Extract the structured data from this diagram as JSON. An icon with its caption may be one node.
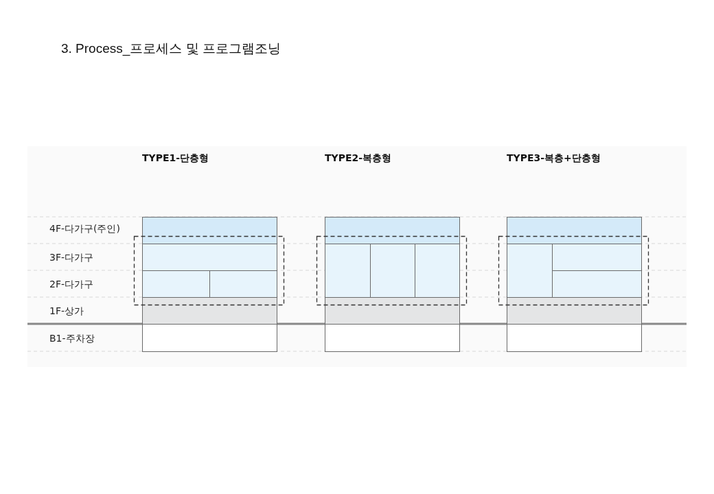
{
  "diagram": {
    "title": "3. Process_프로세스 및 프로그램조닝",
    "nodes": [
      {
        "text": [
          "TYPE1-단층형"
        ]
      },
      {
        "text": [],
        "shape": "box",
        "in": 0
      },
      {
        "text": [],
        "shape": "box",
        "in": 0
      },
      {
        "text": [],
        "shape": "box",
        "in": 0
      },
      {
        "text": [],
        "shape": "box",
        "in": 0
      },
      {
        "text": [],
        "shape": "box",
        "in": 0
      },
      {
        "text": [],
        "shape": "box",
        "in": 0
      },
      {
        "text": [
          "TYPE2-복층형"
        ]
      },
      {
        "text": [],
        "shape": "box",
        "in": 7
      },
      {
        "text": [],
        "shape": "box",
        "in": 7
      },
      {
        "text": [],
        "shape": "box",
        "in": 7
      },
      {
        "text": [],
        "shape": "box",
        "in": 7
      },
      {
        "text": [],
        "shape": "box",
        "in": 7
      },
      {
        "text": [],
        "shape": "box",
        "in": 7
      },
      {
        "text": [
          "TYPE3-복층+단층형"
        ]
      },
      {
        "text": [],
        "shape": "box",
        "in": 14
      },
      {
        "text": [],
        "shape": "box",
        "in": 14
      },
      {
        "text": [],
        "shape": "box",
        "in": 14
      },
      {
        "text": [],
        "shape": "box",
        "in": 14
      },
      {
        "text": [],
        "shape": "box",
        "in": 14
      },
      {
        "text": [],
        "shape": "box",
        "in": 14
      }
    ],
    "labels": [
      "4F-다가구(주인)",
      "3F-다가구",
      "2F-다가구",
      "1F-상가",
      "B1-주차장"
    ]
  }
}
